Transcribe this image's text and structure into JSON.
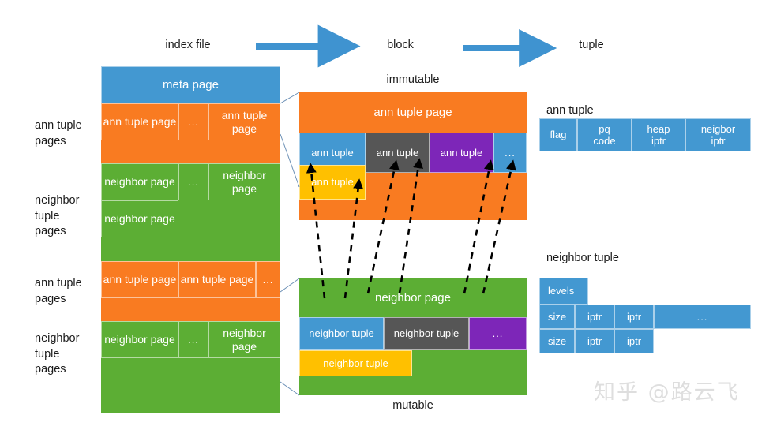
{
  "header": {
    "index_file": "index file",
    "block": "block",
    "tuple": "tuple",
    "arrow1": "right-arrow",
    "arrow2": "right-arrow"
  },
  "left_labels": {
    "group1": "ann tuple\npages",
    "group2": "neighbor\ntuple\npages",
    "group3": "ann tuple\npages",
    "group4": "neighbor\ntuple\npages"
  },
  "index_file": {
    "meta_page": "meta page",
    "row1": [
      "ann tuple page",
      "...",
      "ann tuple page"
    ],
    "row2": [
      "neighbor page",
      "...",
      "neighbor page"
    ],
    "row3": [
      "neighbor page"
    ],
    "row4": [
      "ann tuple page",
      "ann tuple page",
      "..."
    ],
    "row5": [
      "neighbor page",
      "...",
      "neighbor page"
    ]
  },
  "block_immutable": {
    "caption": "immutable",
    "page_title": "ann tuple page",
    "tuples": [
      "ann tuple",
      "ann tuple",
      "ann tuple",
      "..."
    ],
    "pending_tuple": "ann tuple"
  },
  "block_mutable": {
    "caption": "mutable",
    "page_title": "neighbor page",
    "tuples": [
      "neighbor tuple",
      "neighbor tuple",
      "..."
    ],
    "pending_tuple": "neighbor tuple"
  },
  "ann_tuple": {
    "title": "ann tuple",
    "fields": [
      "flag",
      "pq\ncode",
      "heap\niptr",
      "neigbor\niptr"
    ]
  },
  "neighbor_tuple": {
    "title": "neighbor tuple",
    "levels": "levels",
    "row1": [
      "size",
      "iptr",
      "iptr",
      "..."
    ],
    "row2": [
      "size",
      "iptr",
      "iptr"
    ]
  },
  "watermark": {
    "text": "知乎 @路云飞"
  },
  "colors": {
    "blue": "#4398d1",
    "orange": "#f97b21",
    "green": "#5cae34",
    "gray": "#565656",
    "purple": "#7d26b8",
    "yellow": "#ffc000",
    "arrow": "#3f93d0",
    "connector": "#6a8fb5",
    "dashed_arrow": "#000000"
  }
}
